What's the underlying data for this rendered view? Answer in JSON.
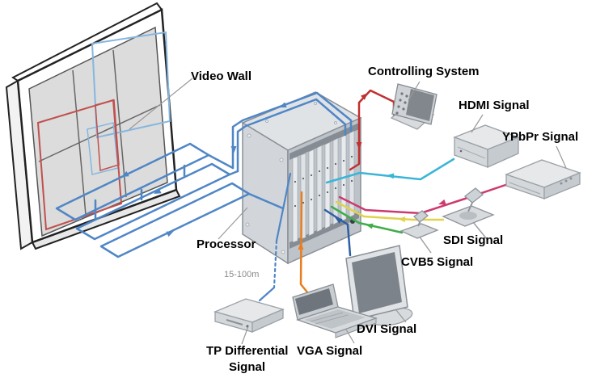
{
  "diagram": {
    "labels": {
      "video_wall": "Video Wall",
      "controlling_system": "Controlling System",
      "hdmi_signal": "HDMI Signal",
      "ypbpr_signal": "YPbPr Signal",
      "sdi_signal": "SDI Signal",
      "cvbs_signal": "CVB5 Signal",
      "processor": "Processor",
      "distance_range": "15-100m",
      "dvi_signal": "DVI Signal",
      "vga_signal": "VGA Signal",
      "tp_differential_line1": "TP Differential",
      "tp_differential_line2": "Signal"
    },
    "cable_colors": {
      "wall": "#4f86c6",
      "control": "#c03030",
      "hdmi": "#3ab5d8",
      "ypbpr": "#cc3a6e",
      "sdi": "#e0d24e",
      "cvbs": "#3fae49",
      "dvi": "#2e5fa3",
      "vga": "#e87e1e",
      "tp": "#4f86c6"
    },
    "overlay_colors": {
      "window_blue": "#85b6e0",
      "window_red": "#c0504d"
    }
  }
}
